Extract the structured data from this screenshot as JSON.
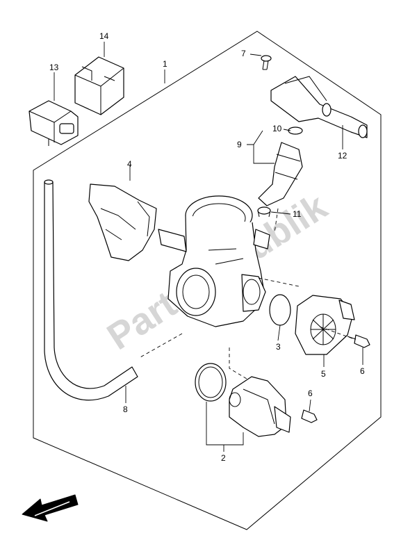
{
  "watermark": "PartsRepublik",
  "callouts": {
    "c1": "1",
    "c2": "2",
    "c3": "3",
    "c4": "4",
    "c5": "5",
    "c6a": "6",
    "c6b": "6",
    "c7": "7",
    "c8": "8",
    "c9": "9",
    "c10": "10",
    "c11": "11",
    "c12": "12",
    "c13": "13",
    "c14": "14"
  },
  "colors": {
    "line": "#000000",
    "watermark": "#d6d6d6",
    "background": "#ffffff"
  }
}
